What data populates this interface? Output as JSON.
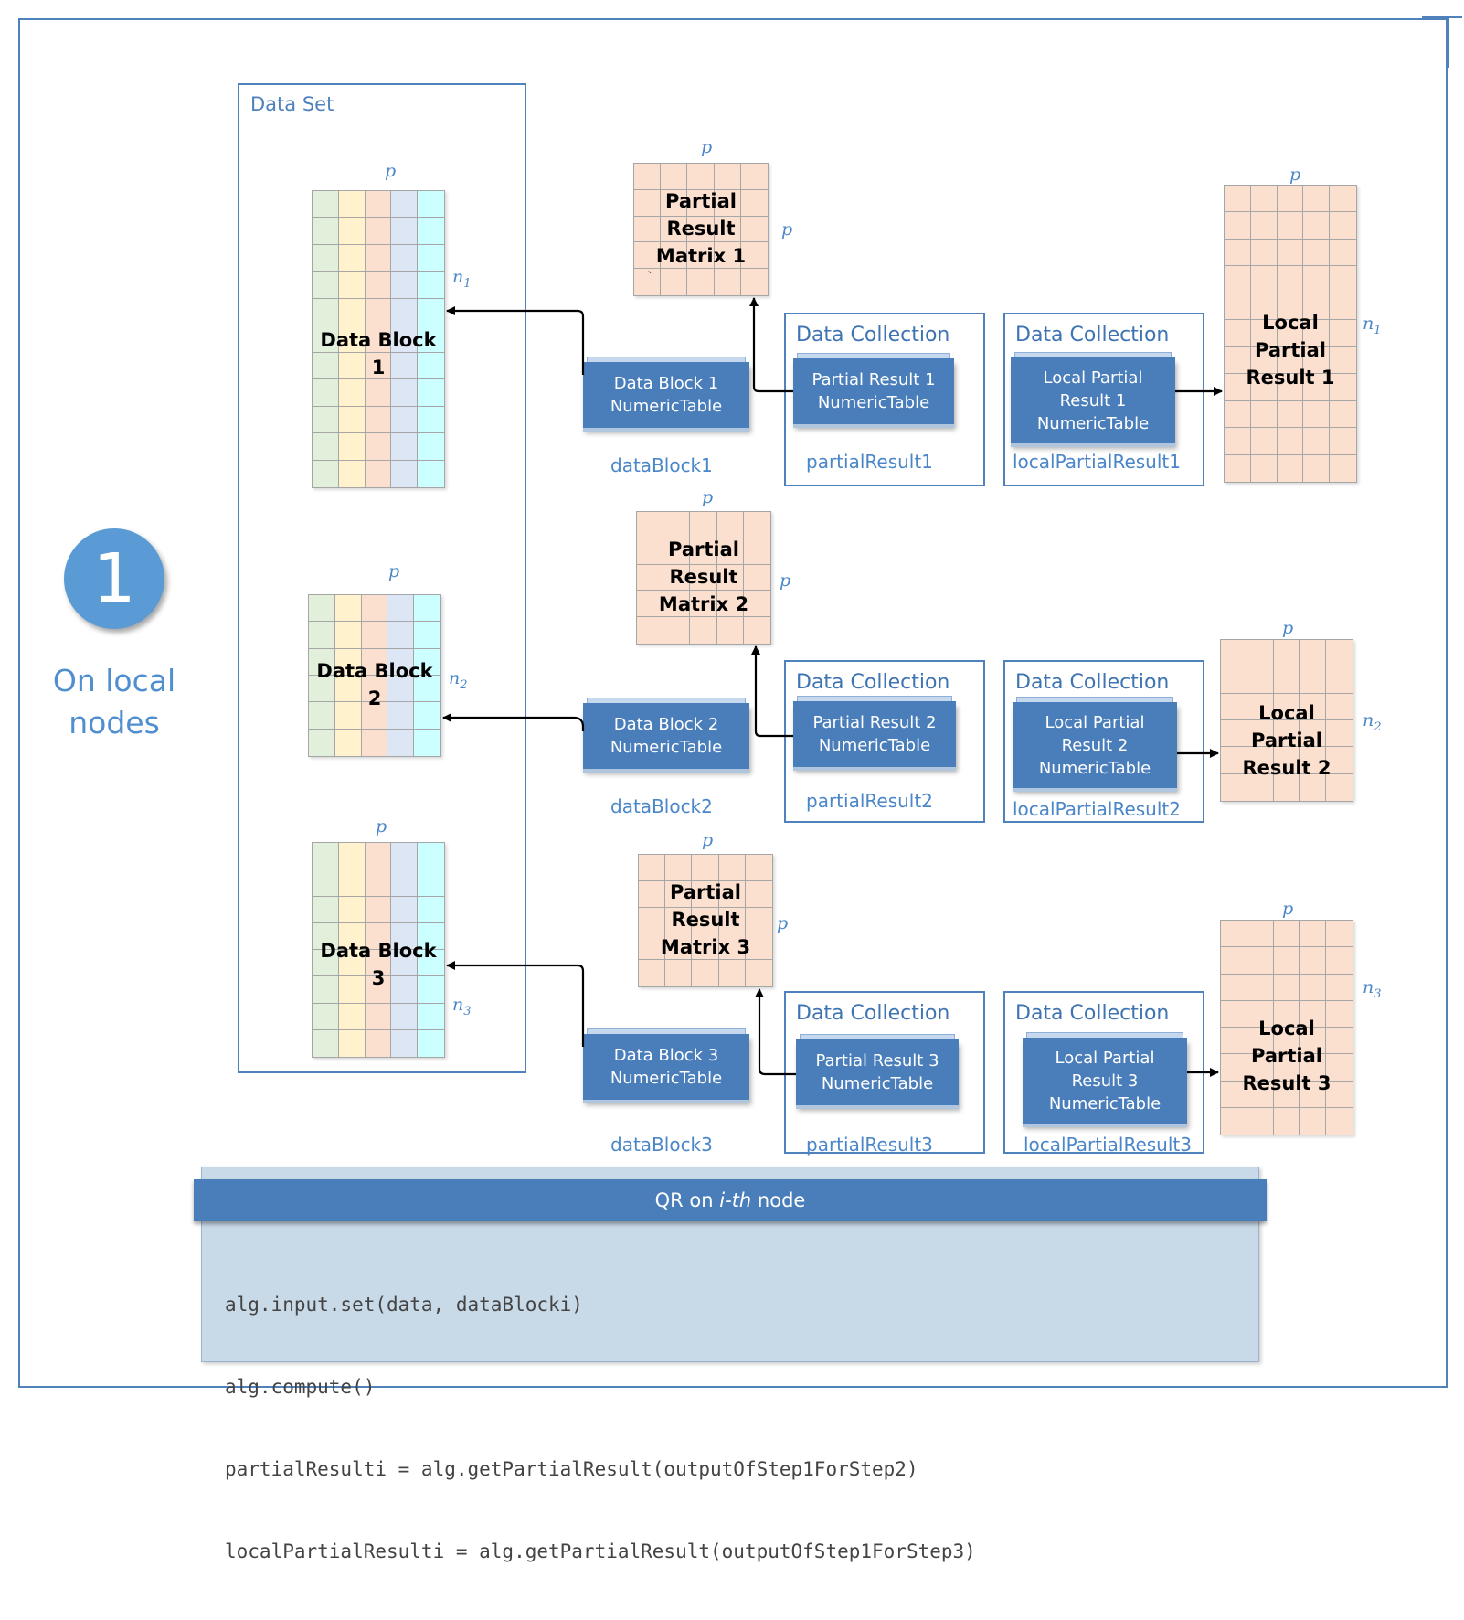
{
  "step": {
    "number": "1",
    "caption": "On local nodes"
  },
  "dataset": {
    "title": "Data Set"
  },
  "dims": {
    "p": "p",
    "n": "n",
    "sub1": "1",
    "sub2": "2",
    "sub3": "3"
  },
  "data_blocks": [
    {
      "label": "Data Block 1"
    },
    {
      "label": "Data Block 2"
    },
    {
      "label": "Data Block 3"
    }
  ],
  "numeric_tables": {
    "data_block": [
      "Data Block 1\nNumericTable",
      "Data Block 2\nNumericTable",
      "Data Block 3\nNumericTable"
    ],
    "partial_result": [
      "Partial Result 1\nNumericTable",
      "Partial Result 2\nNumericTable",
      "Partial Result 3\nNumericTable"
    ],
    "local_partial_result": [
      "Local Partial\nResult 1\nNumericTable",
      "Local Partial\nResult 2\nNumericTable",
      "Local Partial\nResult 3\nNumericTable"
    ]
  },
  "variables": {
    "data_block": [
      "dataBlock1",
      "dataBlock2",
      "dataBlock3"
    ],
    "partial_result": [
      "partialResult1",
      "partialResult2",
      "partialResult3"
    ],
    "local_partial_result": [
      "localPartialResult1",
      "localPartialResult2",
      "localPartialResult3"
    ]
  },
  "collection_title": "Data Collection",
  "partial_matrices": [
    "Partial\nResult\nMatrix 1",
    "Partial\nResult\nMatrix 2",
    "Partial\nResult\nMatrix 3"
  ],
  "local_results": [
    "Local Partial\nResult 1",
    "Local Partial\nResult 2",
    "Local Partial\nResult 3"
  ],
  "stray_mark": "`",
  "code": {
    "header_pre": "QR on ",
    "header_em": "i-th",
    "header_post": " node",
    "lines": [
      "alg.input.set(data, dataBlocki)",
      "alg.compute()",
      "partialResulti = alg.getPartialResult(outputOfStep1ForStep2)",
      "localPartialResulti = alg.getPartialResult(outputOfStep1ForStep3)"
    ]
  },
  "colors": {
    "accent": "#4f81bd",
    "table_blue": "#4a7ebb",
    "matrix_fill": "#fbe0cf",
    "column_fills": [
      "#e2efda",
      "#fff2cc",
      "#fbe0cf",
      "#dde6f4",
      "#ccffff"
    ],
    "code_bg": "#c8d9e8"
  }
}
